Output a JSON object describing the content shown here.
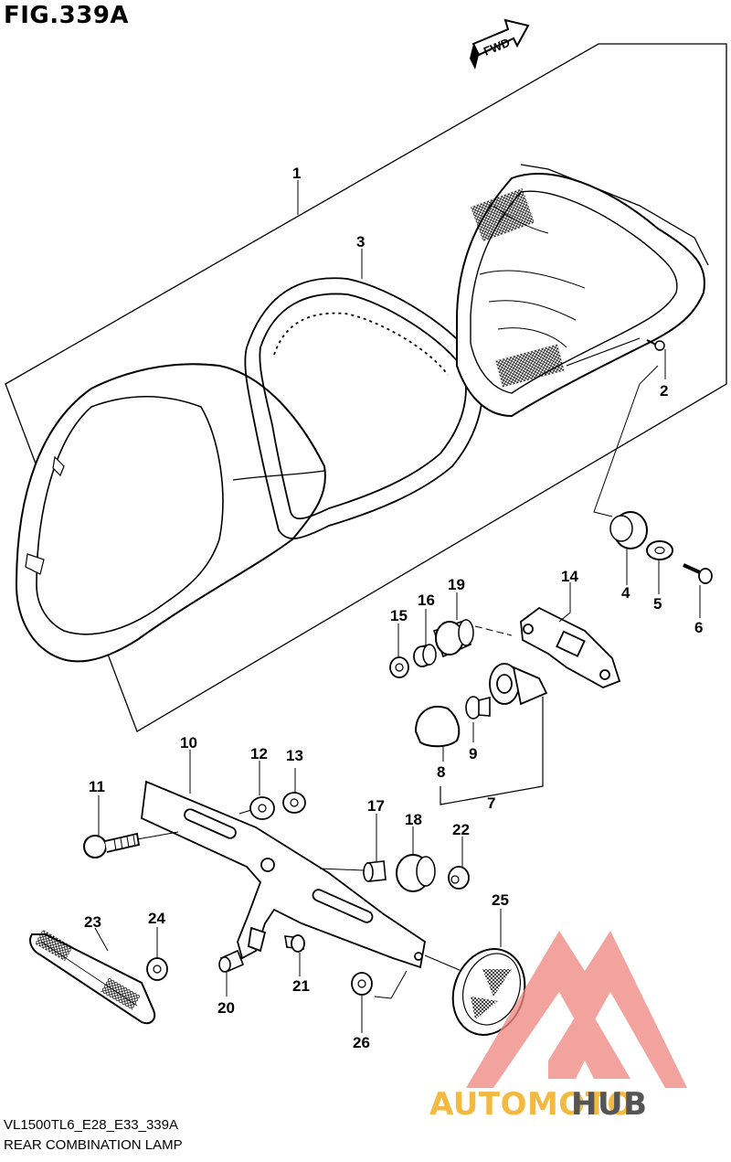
{
  "figure": {
    "title": "FIG.339A",
    "model_code": "VL1500TL6_E28_E33_339A",
    "section_name": "REAR COMBINATION LAMP",
    "direction_arrow": "FWD"
  },
  "callouts": [
    "1",
    "2",
    "3",
    "4",
    "5",
    "6",
    "7",
    "8",
    "9",
    "10",
    "11",
    "12",
    "13",
    "14",
    "15",
    "16",
    "17",
    "18",
    "19",
    "20",
    "21",
    "22",
    "23",
    "24",
    "25",
    "26"
  ],
  "watermark": {
    "text_part1": "AUTOMOTO",
    "text_part2": "HUB",
    "logo_color": "#f08a82",
    "text_color1": "#f4b940",
    "text_color2": "#555555"
  }
}
